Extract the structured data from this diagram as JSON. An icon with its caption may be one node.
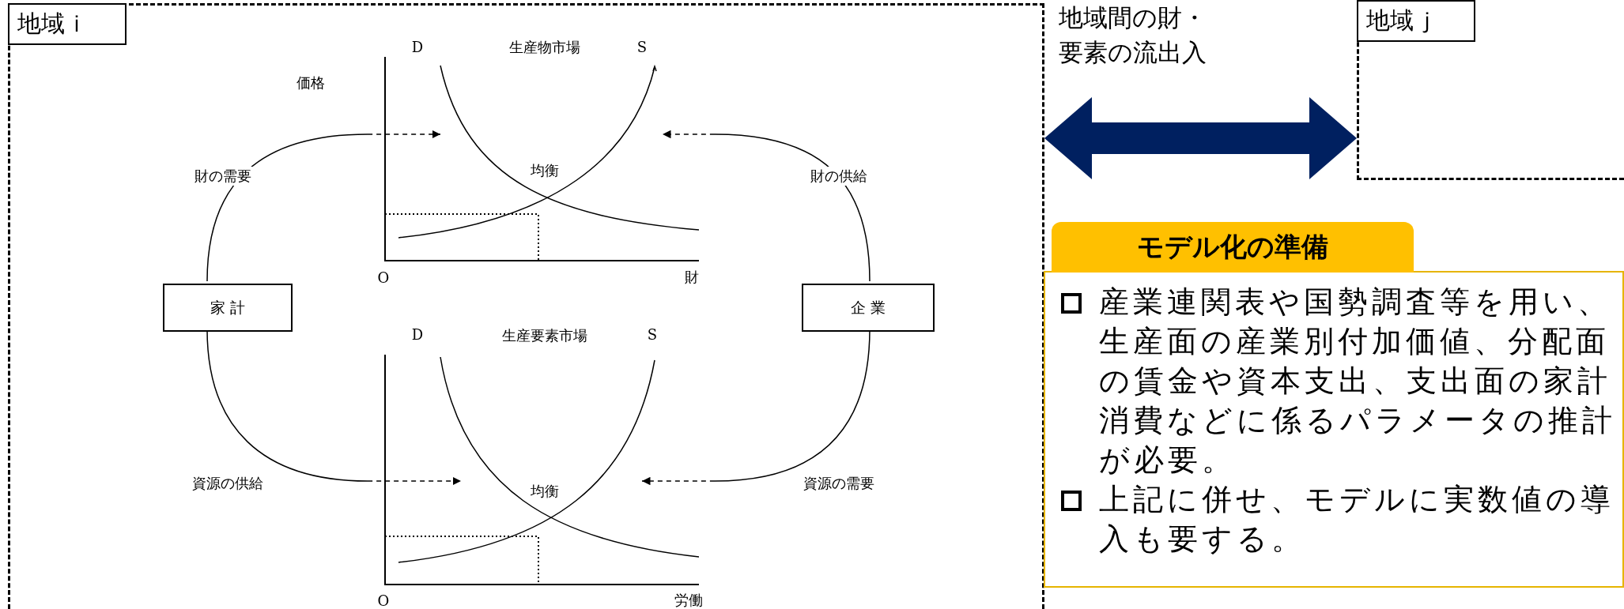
{
  "diagram": {
    "nodes": [
      {
        "text": [
          "地域ｉ"
        ]
      },
      {
        "text": [
          "生産物市場"
        ],
        "in": 0
      },
      {
        "text": [
          "家 計"
        ],
        "in": 0
      },
      {
        "text": [
          "企 業"
        ],
        "in": 0
      },
      {
        "text": [
          "生産要素市場"
        ],
        "in": 0
      },
      {
        "text": [
          "地域ｊ"
        ]
      },
      {
        "text": [
          "モデル化の準備",
          "産業連関表や国勢調査等を用い、生産面の産業別付加価値、分配面の賃金や資本支出、支出面の家計消費などに係るパラメータの推計が必要。",
          "上記に併せ、モデルに実数値の導入も要する。"
        ]
      }
    ],
    "edges": [
      {
        "from": 2,
        "to": 1,
        "label": "財の需要",
        "arrow": "to",
        "style": "dashed"
      },
      {
        "from": 3,
        "to": 1,
        "label": "財の供給",
        "arrow": "to",
        "style": "dashed"
      },
      {
        "from": 2,
        "to": 4,
        "label": "資源の供給",
        "arrow": "to",
        "style": "dashed"
      },
      {
        "from": 3,
        "to": 4,
        "label": "資源の需要",
        "arrow": "to",
        "style": "dashed"
      },
      {
        "from": 0,
        "to": 5,
        "label": "地域間の財・要素の流出入",
        "arrow": "both",
        "style": "thick",
        "color": "#002060"
      }
    ],
    "labels": [
      "D",
      "S",
      "価格",
      "均衡",
      "O",
      "財",
      "D",
      "S",
      "均衡",
      "O",
      "労働"
    ]
  }
}
